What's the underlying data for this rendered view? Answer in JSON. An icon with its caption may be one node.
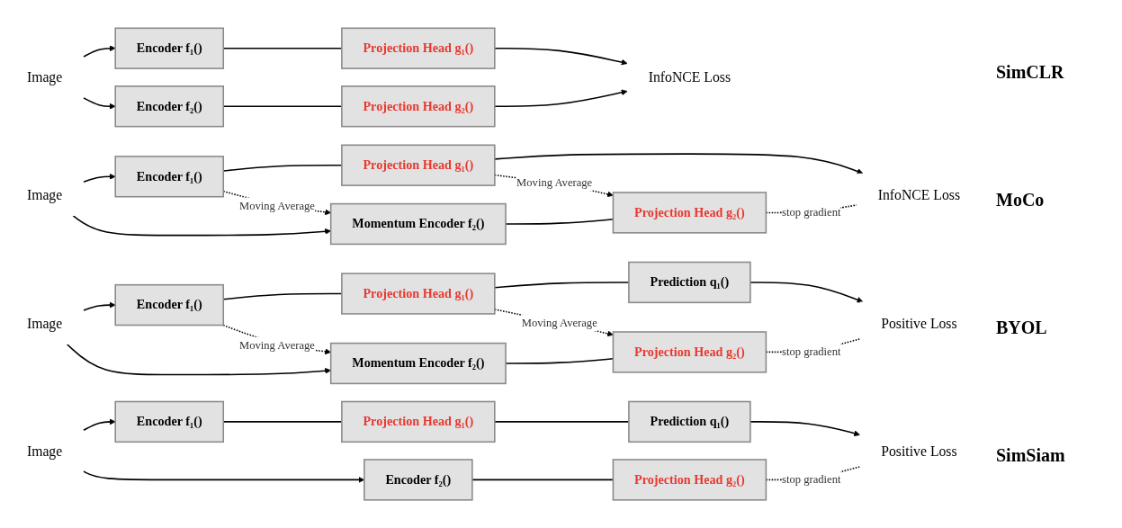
{
  "diagram": {
    "nodes": [
      {
        "text": [
          "Image"
        ]
      },
      {
        "text": [
          "Encoder f₁()"
        ]
      },
      {
        "text": [
          "Projection Head g₁()"
        ]
      },
      {
        "text": [
          "Encoder f₂()"
        ]
      },
      {
        "text": [
          "Projection Head g₂()"
        ]
      },
      {
        "text": [
          "InfoNCE Loss"
        ]
      },
      {
        "text": [
          "Image"
        ]
      },
      {
        "text": [
          "Encoder f₁()"
        ]
      },
      {
        "text": [
          "Projection Head g₁()"
        ]
      },
      {
        "text": [
          "InfoNCE Loss"
        ]
      },
      {
        "text": [
          "Momentum Encoder f₂()"
        ]
      },
      {
        "text": [
          "Projection Head g₂()"
        ]
      },
      {
        "text": [
          "Image"
        ]
      },
      {
        "text": [
          "Encoder f₁()"
        ]
      },
      {
        "text": [
          "Projection Head g₁()"
        ]
      },
      {
        "text": [
          "Prediction q₁()"
        ]
      },
      {
        "text": [
          "Positive Loss"
        ]
      },
      {
        "text": [
          "Momentum Encoder f₂()"
        ]
      },
      {
        "text": [
          "Projection Head g₂()"
        ]
      },
      {
        "text": [
          "Image"
        ]
      },
      {
        "text": [
          "Encoder f₁()"
        ]
      },
      {
        "text": [
          "Projection Head g₁()"
        ]
      },
      {
        "text": [
          "Prediction q₁()"
        ]
      },
      {
        "text": [
          "Positive Loss"
        ]
      },
      {
        "text": [
          "Encoder f₂()"
        ]
      },
      {
        "text": [
          "Projection Head g₂()"
        ]
      }
    ],
    "edges": [
      {
        "from": 0,
        "to": 1,
        "arrow": "to"
      },
      {
        "from": 0,
        "to": 3,
        "arrow": "to"
      },
      {
        "from": 1,
        "to": 2,
        "arrow": "none"
      },
      {
        "from": 3,
        "to": 4,
        "arrow": "none"
      },
      {
        "from": 2,
        "to": 5,
        "arrow": "to"
      },
      {
        "from": 4,
        "to": 5,
        "arrow": "to"
      },
      {
        "from": 6,
        "to": 7,
        "arrow": "to"
      },
      {
        "from": 6,
        "to": 10,
        "arrow": "to"
      },
      {
        "from": 7,
        "to": 8,
        "arrow": "none"
      },
      {
        "from": 8,
        "to": 9,
        "arrow": "to"
      },
      {
        "from": 7,
        "to": 10,
        "arrow": "to",
        "style": "dashed",
        "label": "Moving Average"
      },
      {
        "from": 8,
        "to": 11,
        "arrow": "to",
        "style": "dashed",
        "label": "Moving Average"
      },
      {
        "from": 10,
        "to": 11,
        "arrow": "none"
      },
      {
        "from": 11,
        "to": 9,
        "arrow": "none",
        "style": "dashed",
        "label": "stop gradient"
      },
      {
        "from": 12,
        "to": 13,
        "arrow": "to"
      },
      {
        "from": 12,
        "to": 17,
        "arrow": "to"
      },
      {
        "from": 13,
        "to": 14,
        "arrow": "none"
      },
      {
        "from": 14,
        "to": 15,
        "arrow": "none"
      },
      {
        "from": 15,
        "to": 16,
        "arrow": "to"
      },
      {
        "from": 13,
        "to": 17,
        "arrow": "to",
        "style": "dashed",
        "label": "Moving Average"
      },
      {
        "from": 14,
        "to": 18,
        "arrow": "to",
        "style": "dashed",
        "label": "Moving Average"
      },
      {
        "from": 17,
        "to": 18,
        "arrow": "none"
      },
      {
        "from": 18,
        "to": 16,
        "arrow": "none",
        "style": "dashed",
        "label": "stop gradient"
      },
      {
        "from": 19,
        "to": 20,
        "arrow": "to"
      },
      {
        "from": 19,
        "to": 24,
        "arrow": "to"
      },
      {
        "from": 20,
        "to": 21,
        "arrow": "none"
      },
      {
        "from": 21,
        "to": 22,
        "arrow": "none"
      },
      {
        "from": 22,
        "to": 23,
        "arrow": "to"
      },
      {
        "from": 24,
        "to": 25,
        "arrow": "none"
      },
      {
        "from": 25,
        "to": 23,
        "arrow": "none",
        "style": "dashed",
        "label": "stop gradient"
      }
    ],
    "labels": [
      "SimCLR",
      "MoCo",
      "BYOL",
      "SimSiam"
    ]
  }
}
